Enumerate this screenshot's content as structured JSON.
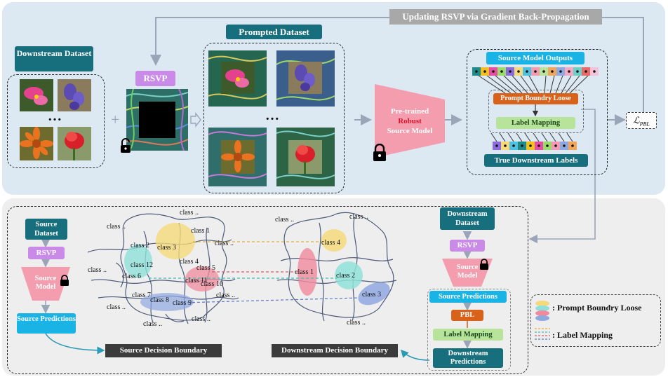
{
  "top": {
    "banner": "Updating RSVP via Gradient Back-Propagation",
    "downstream_dataset": "Downstream Dataset",
    "rsvp": "RSVP",
    "prompted_dataset": "Prompted Dataset",
    "pretrained_line1": "Pre-trained",
    "pretrained_robust": "Robust",
    "pretrained_line3": "Source Model",
    "source_model_outputs": "Source Model Outputs",
    "prompt_boundary_loose": "Prompt Boundry Loose",
    "label_mapping": "Label Mapping",
    "true_downstream_labels": "True Downstream Labels",
    "loss": "ℒ",
    "loss_sub": "PBL",
    "ellipsis": "…",
    "plus": "+"
  },
  "bottom": {
    "source_dataset": "Source Dataset",
    "rsvp": "RSVP",
    "source_model": "Source Model",
    "source_predictions": "Source Predictions",
    "source_decision_boundary": "Source Decision Boundary",
    "downstream_decision_boundary": "Downstream Decision Boundary",
    "downstream_dataset": "Downstream Dataset",
    "rsvp2": "RSVP",
    "source_model2": "Source Model",
    "source_predictions2": "Source Predictions",
    "pbl": "PBL",
    "label_mapping": "Label Mapping",
    "downstream_predictions": "Downstream Predictions",
    "source_classes": [
      "class 1",
      "class 2",
      "class 3",
      "class 4",
      "class 5",
      "class 6",
      "class 7",
      "class 8",
      "class 9",
      "class 10",
      "class 11",
      "class 12"
    ],
    "downstream_classes": [
      "class 1",
      "class 2",
      "class 3",
      "class 4"
    ],
    "other_class": "class ..",
    "legend_pbl": ": Prompt Boundry Loose",
    "legend_lm": ": Label Mapping"
  },
  "colors": {
    "teal": "#176e7c",
    "purple": "#c98ae8",
    "cyan": "#1ab3e6",
    "pink": "#f29bb3",
    "orange": "#d9621b",
    "green": "#b7e39b",
    "yellow": "#f5d97a",
    "mint": "#8fe0d8",
    "rose": "#f08a9c",
    "blue": "#8fa8e0"
  }
}
